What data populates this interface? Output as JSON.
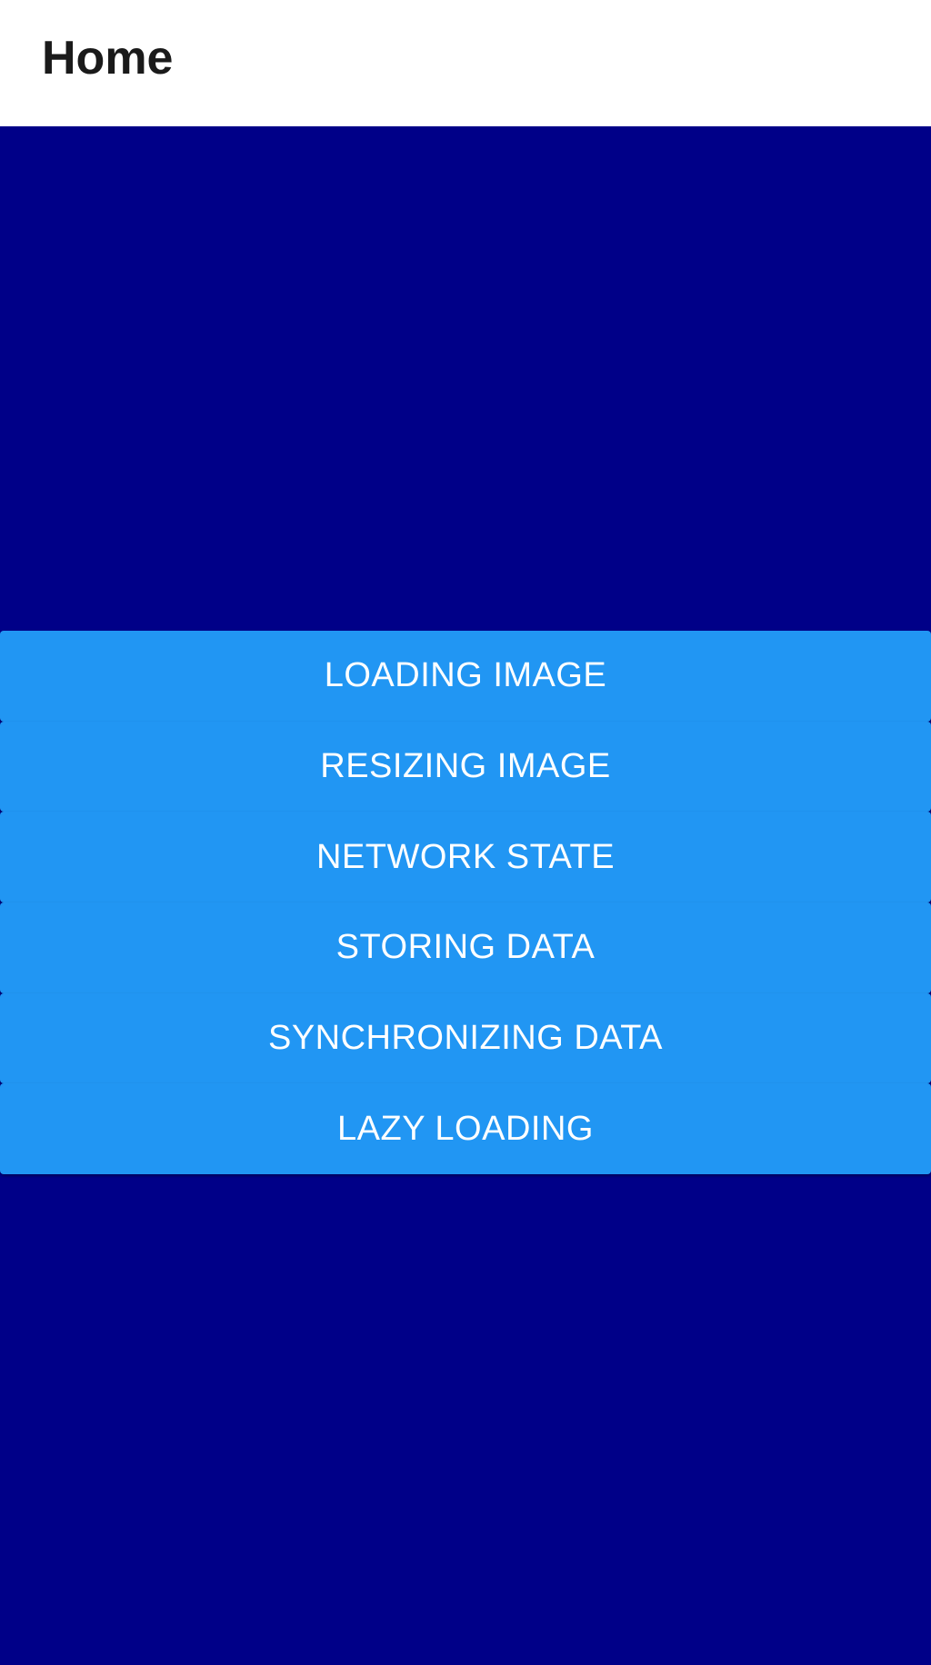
{
  "app_bar": {
    "title": "Home"
  },
  "colors": {
    "background": "#000088",
    "button": "#2196F3",
    "button_text": "#ffffff",
    "app_bar": "#ffffff"
  },
  "menu": {
    "items": [
      {
        "label": "LOADING IMAGE"
      },
      {
        "label": "RESIZING IMAGE"
      },
      {
        "label": "NETWORK STATE"
      },
      {
        "label": "STORING DATA"
      },
      {
        "label": "SYNCHRONIZING DATA"
      },
      {
        "label": "LAZY LOADING"
      }
    ]
  }
}
